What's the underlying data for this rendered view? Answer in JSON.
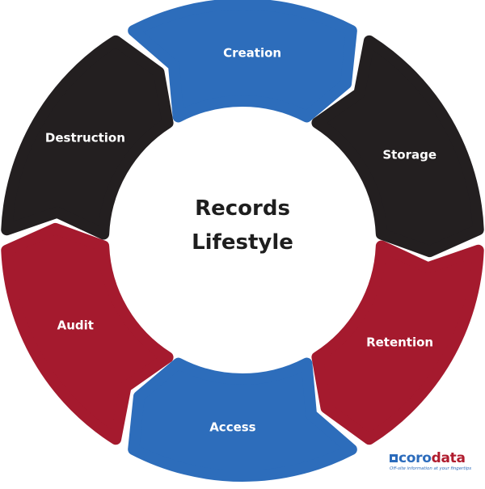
{
  "diagram": {
    "center_title_lines": [
      "Records",
      "Lifestyle"
    ],
    "segments": [
      {
        "label": "Creation",
        "color": "#2d6dbb"
      },
      {
        "label": "Storage",
        "color": "#231f20"
      },
      {
        "label": "Retention",
        "color": "#a51a2e"
      },
      {
        "label": "Access",
        "color": "#2d6dbb"
      },
      {
        "label": "Audit",
        "color": "#a51a2e"
      },
      {
        "label": "Destruction",
        "color": "#231f20"
      }
    ]
  },
  "logo": {
    "word_part_1": "coro",
    "word_part_2": "data",
    "tagline": "Off-site information at your fingertips"
  }
}
